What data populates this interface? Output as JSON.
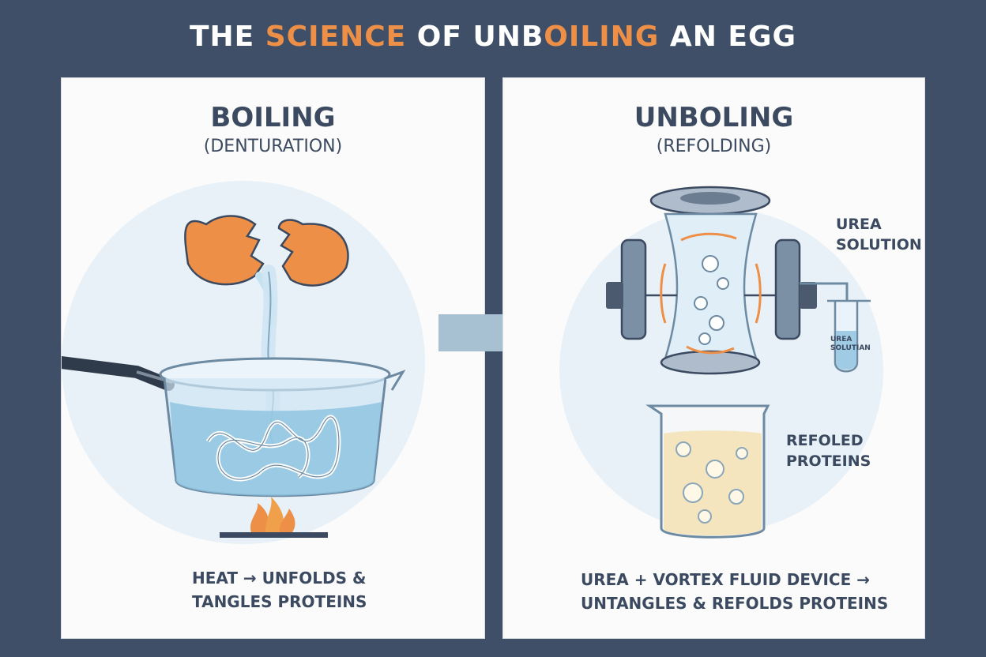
{
  "title": {
    "part1": "THE ",
    "part2": "SCIENCE",
    "part3": " OF UNB",
    "part4": "OILING",
    "part5": " AN EGG",
    "accent_color": "#ee8f48"
  },
  "left_panel": {
    "heading": "BOILING",
    "subheading": "(DENTURATION)",
    "caption_line1": "HEAT → UNFOLDS &",
    "caption_line2": "TANGLES PROTEINS"
  },
  "right_panel": {
    "heading": "UNBOLING",
    "subheading": "(REFOLDING)",
    "urea_label_line1": "UREA",
    "urea_label_line2": "SOLUTION",
    "tube_label_line1": "UREA",
    "tube_label_line2": "SOLUTIAN",
    "beaker_label_line1": "REFOLED",
    "beaker_label_line2": "PROTEINS",
    "caption_line1": "UREA + VORTEX FLUID DEVICE →",
    "caption_line2": "UNTANGLES & REFOLDS PROTEINS"
  },
  "icons": {
    "arrow": "right-arrow-icon",
    "egg": "cracked-egg-icon",
    "pot": "cooking-pot-icon",
    "flame": "flame-icon",
    "device": "vortex-fluid-device-icon",
    "tube": "test-tube-icon",
    "beaker": "beaker-icon"
  },
  "colors": {
    "background": "#3e4f67",
    "panel": "#fbfbfb",
    "text": "#3b4a60",
    "accent": "#ee8f48",
    "water": "#a9d3ea",
    "arrow": "#a7c1d3"
  }
}
